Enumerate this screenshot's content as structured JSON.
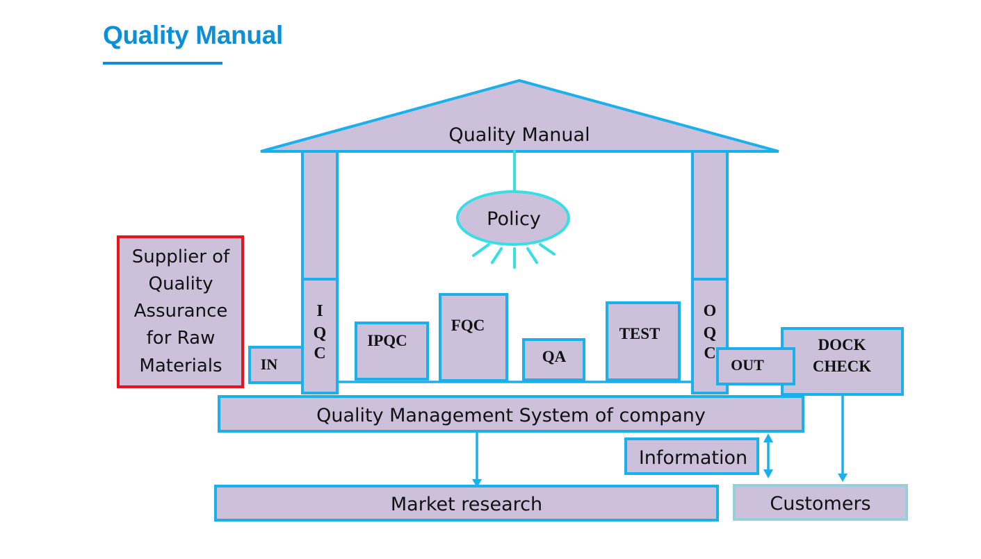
{
  "page": {
    "title": "Quality Manual"
  },
  "diagram": {
    "roof_label": "Quality Manual",
    "policy_label": "Policy",
    "supplier_lines": [
      "Supplier of",
      "Quality",
      "Assurance",
      "for Raw",
      "Materials"
    ],
    "in_label": "IN",
    "iqc_letters": [
      "I",
      "Q",
      "C"
    ],
    "ipqc_label": "IPQC",
    "fqc_label": "FQC",
    "qa_label": "QA",
    "test_label": "TEST",
    "oqc_letters": [
      "O",
      "Q",
      "C"
    ],
    "out_label": "OUT",
    "dock_check_lines": [
      "DOCK",
      "CHECK"
    ],
    "qms_label": "Quality Management System of company",
    "information_label": "Information",
    "market_research_label": "Market research",
    "customers_label": "Customers"
  },
  "colors": {
    "title": "#0a8fd8",
    "box_fill": "#cdc0da",
    "box_stroke": "#1ab0ec",
    "supplier_stroke": "#e8141c",
    "customers_stroke": "#98cfdc",
    "policy_stroke": "#35dfe6"
  }
}
